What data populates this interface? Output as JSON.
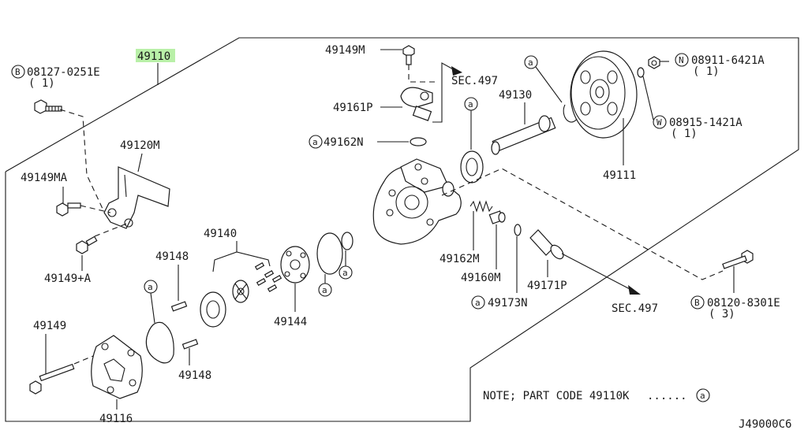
{
  "title_part": "49110",
  "note": {
    "text": "NOTE; PART CODE 49110K",
    "dots": "......",
    "symbol": "a"
  },
  "diagram_id": "J49000C6",
  "symbols": {
    "a": "a",
    "B": "B",
    "N": "N",
    "W": "W"
  },
  "labels": {
    "bolt_b1": {
      "code": "08127-0251E",
      "qty": "( 1)"
    },
    "bracket": "49120M",
    "bolt_ma": "49149MA",
    "bolt_a": "49149+A",
    "bolt_m": "49149M",
    "sec_top": "SEC.497",
    "hose_p": "49161P",
    "oring_n": "49162N",
    "shaft": "49130",
    "pulley": "49111",
    "nut_n": {
      "code": "08911-6421A",
      "qty": "( 1)"
    },
    "washer_w": {
      "code": "08915-1421A",
      "qty": "( 1)"
    },
    "rotor_kit": "49140",
    "pin_top": "49148",
    "pin_bottom": "49148",
    "plate": "49144",
    "bolt_long": "49149",
    "cover": "49116",
    "spring": "49162M",
    "valve": "49160M",
    "seal_n": "49173N",
    "connector": "49171P",
    "sec_bottom": "SEC.497",
    "bolt_b2": {
      "code": "08120-8301E",
      "qty": "( 3)"
    }
  }
}
